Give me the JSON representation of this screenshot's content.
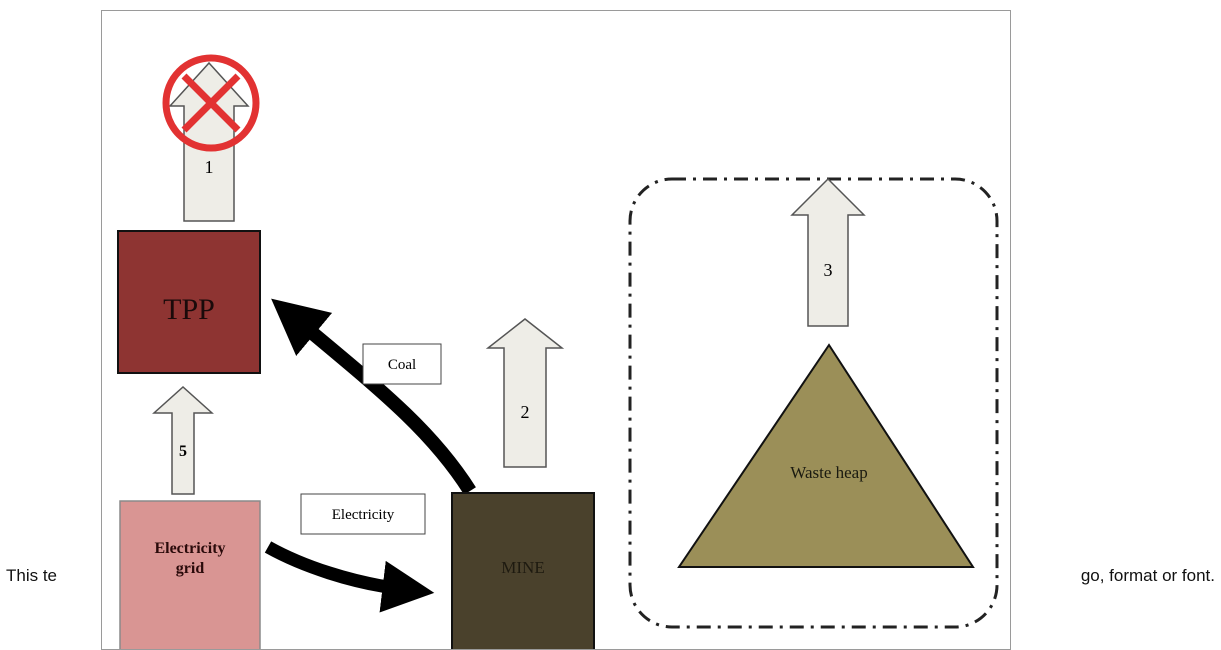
{
  "background_text": {
    "left": "This te",
    "right": "go, format or font."
  },
  "nodes": {
    "tpp": "TPP",
    "mine": "MINE",
    "grid_line1": "Electricity",
    "grid_line2": "grid",
    "waste_heap": "Waste heap"
  },
  "labels": {
    "coal": "Coal",
    "electricity": "Electricity"
  },
  "arrows": {
    "a1": "1",
    "a2": "2",
    "a3": "3",
    "a5": "5"
  },
  "colors": {
    "tpp": "#8e3432",
    "mine": "#4a412c",
    "grid": "#d99593",
    "waste": "#9b8f58",
    "arrow_fill": "#eeede7",
    "prohibited": "#e23232"
  },
  "icons": {
    "prohibited": "prohibited-icon"
  }
}
